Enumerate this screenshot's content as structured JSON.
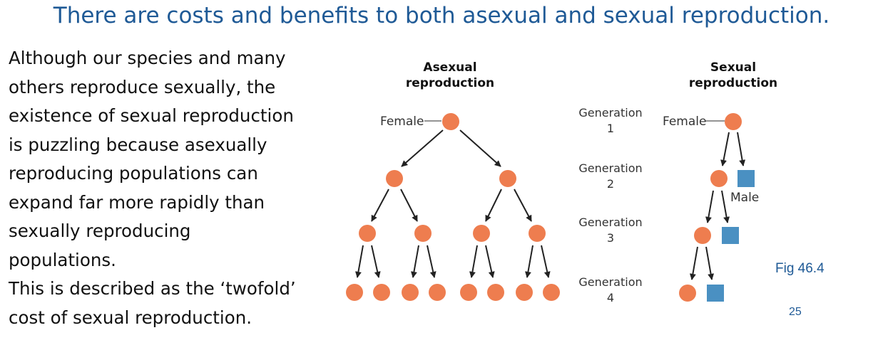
{
  "slide": {
    "title": "There are costs and benefits to both asexual and sexual reproduction.",
    "body_lines": [
      "Although our species and many",
      "others reproduce sexually, the",
      "existence of sexual reproduction",
      "is puzzling because asexually",
      "reproducing populations can",
      "expand far more rapidly than",
      "sexually reproducing",
      "populations.",
      "This is described as the ‘twofold’",
      "cost of sexual reproduction."
    ],
    "fig_label": "Fig 46.4",
    "page_number": "25"
  },
  "diagram": {
    "asexual_heading": [
      "Asexual",
      "reproduction"
    ],
    "sexual_heading": [
      "Sexual",
      "reproduction"
    ],
    "female_label": "Female",
    "male_label": "Male",
    "generations": [
      [
        "Generation",
        "1"
      ],
      [
        "Generation",
        "2"
      ],
      [
        "Generation",
        "3"
      ],
      [
        "Generation",
        "4"
      ]
    ],
    "female_icon": "circle",
    "male_icon": "square",
    "colors": {
      "female": "#ee7d4f",
      "male": "#4a90c2",
      "arrow": "#222222",
      "title": "#1f5a96"
    }
  }
}
